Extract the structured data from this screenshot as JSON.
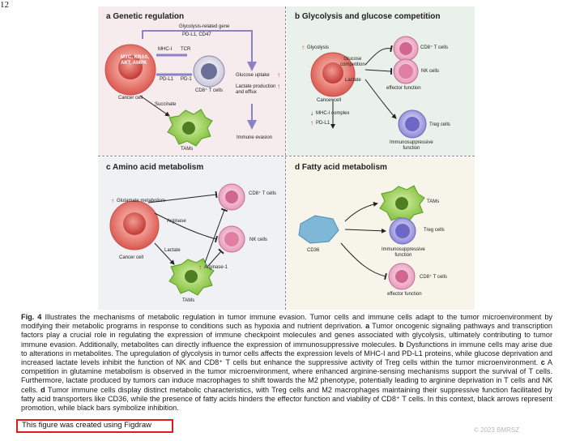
{
  "page_number": "12",
  "panels": {
    "a": {
      "title": "a Genetic regulation",
      "glyco_gene": "Glycolysis-related gene",
      "pdl1_cd47": "PD-L1, CD47",
      "genes": "MYC, KRAS,\nAKT, AMPK",
      "mhc": "MHC-I",
      "tcr": "TCR",
      "pdl1": "PD-L1",
      "pd1": "PD-1",
      "cancer_cell": "Cancer cell",
      "cd8": "CD8⁺ T cells",
      "succinate": "Succinate",
      "tams": "TAMs",
      "glucose_uptake": "Glucose uptake",
      "lactate_prod": "Lactate production\nand efflux",
      "immune_evasion": "Immune evasion",
      "up_arrow": "↑"
    },
    "b": {
      "title": "b Glycolysis and glucose competition",
      "glycolysis": "Glycolysis",
      "glucose_comp": "Glucose\ncompetition",
      "lactate": "Lactate",
      "cd8": "CD8⁺ T cells",
      "nk": "NK cells",
      "effector": "effector function",
      "cancer_cell": "Cancer cell",
      "mhc": "MHC-I complex",
      "pdl1": "PD-L1",
      "treg": "Treg cells",
      "immunosup": "Immunosuppressive\nfunction",
      "up_arrow": "↑",
      "down_arrow": "↓"
    },
    "c": {
      "title": "c Amino acid metabolism",
      "glutamate": "Glutamate metabolism",
      "cd8": "CD8⁺ T cells",
      "arginase": "Arginase",
      "nk": "NK cells",
      "cancer_cell": "Cancer cell",
      "lactate": "Lactate",
      "arginase1": "Arginase-1",
      "tams": "TAMs",
      "up_arrow": "↑"
    },
    "d": {
      "title": "d Fatty acid metabolism",
      "tams": "TAMs",
      "treg": "Treg cells",
      "cd36": "CD36",
      "immunosup": "Immunosuppressive\nfunction",
      "cd8": "CD8⁺ T cells",
      "effector": "effector function"
    }
  },
  "caption": {
    "fig_label": "Fig. 4",
    "text_1": " Illustrates the mechanisms of metabolic regulation in tumor immune evasion. Tumor cells and immune cells adapt to the tumor microenvironment by modifying their metabolic programs in response to conditions such as hypoxia and nutrient deprivation. ",
    "a": "a",
    "text_a": " Tumor oncogenic signaling pathways and transcription factors play a crucial role in regulating the expression of immune checkpoint molecules and genes associated with glycolysis, ultimately contributing to tumor immune evasion. Additionally, metabolites can directly influence the expression of immunosuppressive molecules. ",
    "b": "b",
    "text_b": " Dysfunctions in immune cells may arise due to alterations in metabolites. The upregulation of glycolysis in tumor cells affects the expression levels of MHC-I and PD-L1 proteins, while glucose deprivation and increased lactate levels inhibit the function of NK and CD8⁺ T cells but enhance the suppressive activity of Treg cells within the tumor microenvironment. ",
    "c": "c",
    "text_c": " A competition in glutamine metabolism is observed in the tumor microenvironment, where enhanced arginine-sensing mechanisms support the survival of T cells. Furthermore, lactate produced by tumors can induce macrophages to shift towards the M2 phenotype, potentially leading to arginine deprivation in T cells and NK cells. ",
    "d": "d",
    "text_d": " Tumor immune cells display distinct metabolic characteristics, with Treg cells and M2 macrophages maintaining their suppressive function facilitated by fatty acid transporters like CD36, while the presence of fatty acids hinders the effector function and viability of CD8⁺ T cells. In this context, black arrows represent promotion, while black bars symbolize inhibition."
  },
  "credit": "This figure was created using Figdraw",
  "watermark": "© 2023 BMRSZ"
}
